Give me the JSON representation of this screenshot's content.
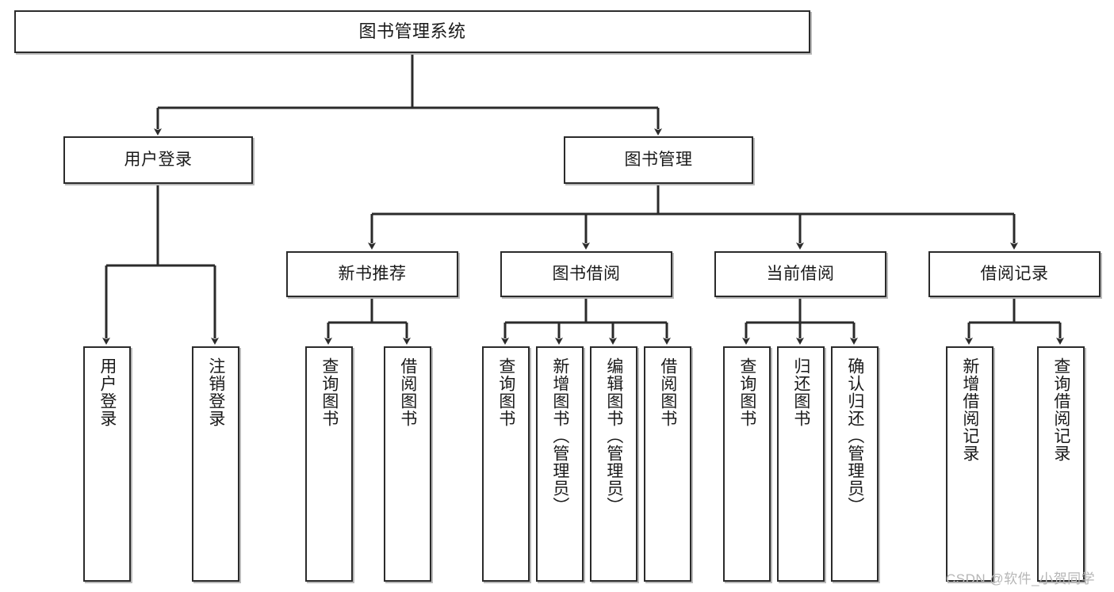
{
  "diagram": {
    "title": "图书管理系统",
    "type": "tree-hierarchy",
    "root": {
      "label": "图书管理系统"
    },
    "level1": [
      {
        "label": "用户登录"
      },
      {
        "label": "图书管理"
      }
    ],
    "level2": [
      {
        "label": "新书推荐"
      },
      {
        "label": "图书借阅"
      },
      {
        "label": "当前借阅"
      },
      {
        "label": "借阅记录"
      }
    ],
    "leaves": [
      {
        "label": "用户登录",
        "parent": "用户登录"
      },
      {
        "label": "注销登录",
        "parent": "用户登录"
      },
      {
        "label": "查询图书",
        "parent": "新书推荐"
      },
      {
        "label": "借阅图书",
        "parent": "新书推荐"
      },
      {
        "label": "查询图书",
        "parent": "图书借阅"
      },
      {
        "label": "新增图书（管理员）",
        "parent": "图书借阅"
      },
      {
        "label": "编辑图书（管理员）",
        "parent": "图书借阅"
      },
      {
        "label": "借阅图书",
        "parent": "图书借阅"
      },
      {
        "label": "查询图书",
        "parent": "当前借阅"
      },
      {
        "label": "归还图书",
        "parent": "当前借阅"
      },
      {
        "label": "确认归还（管理员）",
        "parent": "当前借阅"
      },
      {
        "label": "新增借阅记录",
        "parent": "借阅记录"
      },
      {
        "label": "查询借阅记录",
        "parent": "借阅记录"
      }
    ]
  },
  "watermark": {
    "text": "CSDN @软件_小贺同学"
  },
  "colors": {
    "stroke": "#2b2b2b",
    "box_fill": "#ffffff",
    "text": "#1a1a1a",
    "watermark": "#b6b6b6",
    "background": "#ffffff"
  }
}
